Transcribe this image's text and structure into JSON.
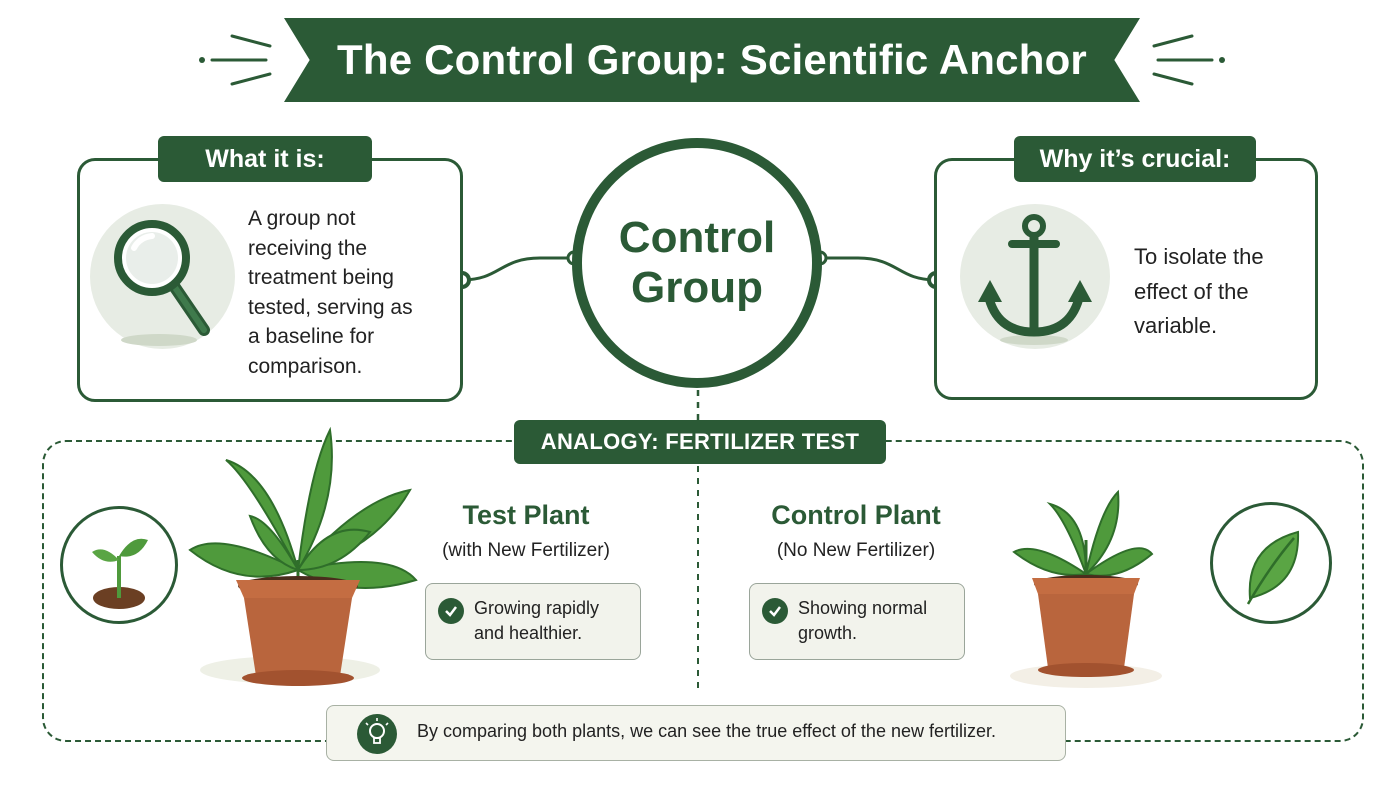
{
  "title": "The Control Group: Scientific Anchor",
  "left_card": {
    "tab": "What it is:",
    "lines": [
      "A group not",
      "receiving the",
      "treatment being",
      "tested, serving as",
      "a baseline for",
      "comparison."
    ]
  },
  "center": {
    "lines": [
      "Control",
      "Group"
    ]
  },
  "right_card": {
    "tab": "Why it’s crucial:",
    "lines": [
      "To isolate the",
      "effect of the",
      "variable."
    ]
  },
  "analogy": {
    "tab": "ANALOGY: FERTILIZER TEST",
    "test": {
      "title": "Test Plant",
      "sub": "(with New Fertilizer)",
      "status": [
        "Growing rapidly",
        "and healthier."
      ]
    },
    "control": {
      "title": "Control Plant",
      "sub": "(No New Fertilizer)",
      "status": [
        "Showing normal",
        "growth."
      ]
    }
  },
  "note": "By comparing both plants, we can see the true effect of the new fertilizer.",
  "icons": [
    "magnifier-icon",
    "anchor-icon",
    "sprout-icon",
    "leaf-icon",
    "check-icon",
    "lightbulb-icon",
    "potted-plant-icon"
  ],
  "colors": {
    "accent": "#2b5a36",
    "pot": "#b9653d",
    "leaf": "#4f9a3c"
  }
}
